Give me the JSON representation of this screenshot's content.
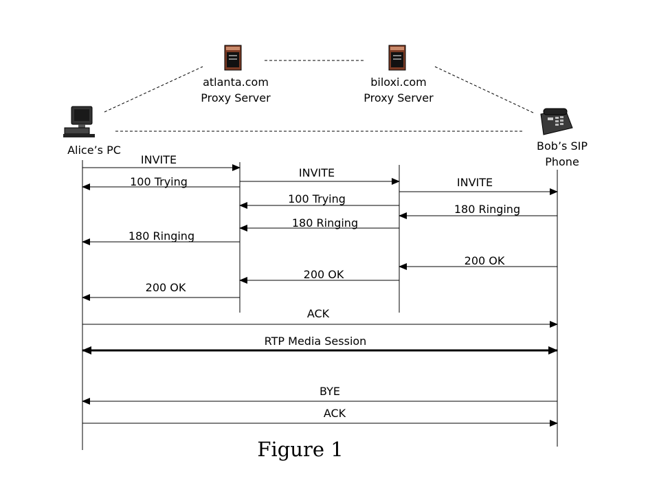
{
  "nodes": {
    "atlanta": {
      "line1": "atlanta.com",
      "line2": "Proxy Server"
    },
    "biloxi": {
      "line1": "biloxi.com",
      "line2": "Proxy Server"
    },
    "alice": {
      "label": "Alice’s PC"
    },
    "bob": {
      "line1": "Bob’s SIP",
      "line2": "Phone"
    }
  },
  "messages": [
    {
      "label": "INVITE",
      "from": "alice",
      "to": "atlanta"
    },
    {
      "label": "100 Trying",
      "from": "atlanta",
      "to": "alice"
    },
    {
      "label": "INVITE",
      "from": "atlanta",
      "to": "biloxi"
    },
    {
      "label": "INVITE",
      "from": "biloxi",
      "to": "bob"
    },
    {
      "label": "100 Trying",
      "from": "biloxi",
      "to": "atlanta"
    },
    {
      "label": "180 Ringing",
      "from": "bob",
      "to": "biloxi"
    },
    {
      "label": "180 Ringing",
      "from": "biloxi",
      "to": "atlanta"
    },
    {
      "label": "180 Ringing",
      "from": "atlanta",
      "to": "alice"
    },
    {
      "label": "200 OK",
      "from": "bob",
      "to": "biloxi"
    },
    {
      "label": "200 OK",
      "from": "biloxi",
      "to": "atlanta"
    },
    {
      "label": "200 OK",
      "from": "atlanta",
      "to": "alice"
    },
    {
      "label": "ACK",
      "from": "alice",
      "to": "bob"
    },
    {
      "label": "RTP Media Session",
      "from": "alice",
      "to": "bob",
      "bidirectional": true
    },
    {
      "label": "BYE",
      "from": "bob",
      "to": "alice"
    },
    {
      "label": "ACK",
      "from": "alice",
      "to": "bob"
    }
  ],
  "caption": "Figure 1"
}
